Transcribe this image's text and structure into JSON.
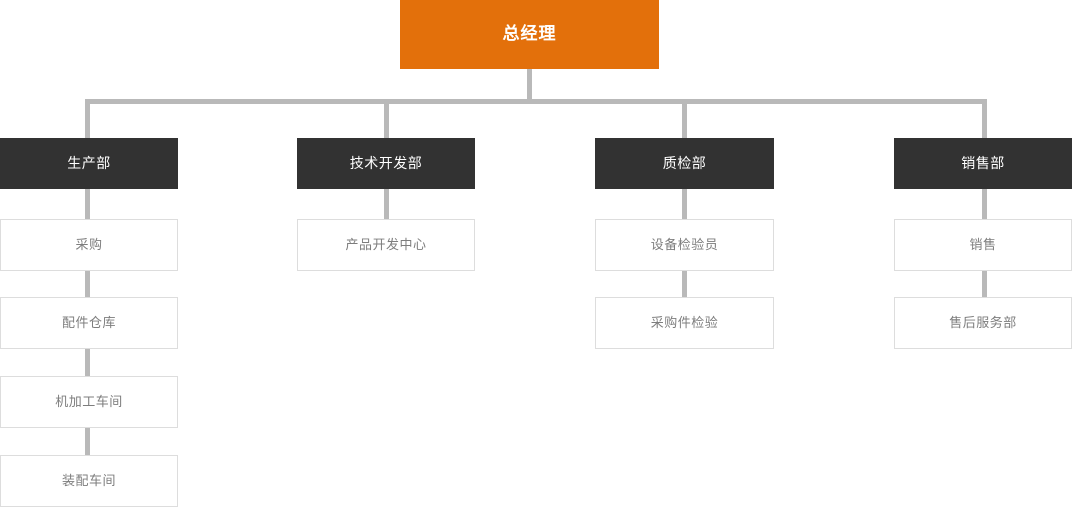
{
  "chart_data": {
    "type": "diagram",
    "subtype": "organization-chart",
    "title": "",
    "orientation": "top-down",
    "colors": {
      "root_fill": "#e3700b",
      "root_text": "#ffffff",
      "dept_fill": "#323232",
      "dept_text": "#ffffff",
      "sub_fill": "#ffffff",
      "sub_border": "#dddddd",
      "sub_text": "#7d7d7d",
      "connector": "#b9b9b9",
      "background": "#ffffff"
    },
    "nodes": [
      {
        "id": "root",
        "label": "总经理",
        "level": 0,
        "parent": null
      },
      {
        "id": "d1",
        "label": "生产部",
        "level": 1,
        "parent": "root"
      },
      {
        "id": "d2",
        "label": "技术开发部",
        "level": 1,
        "parent": "root"
      },
      {
        "id": "d3",
        "label": "质检部",
        "level": 1,
        "parent": "root"
      },
      {
        "id": "d4",
        "label": "销售部",
        "level": 1,
        "parent": "root"
      },
      {
        "id": "d1s1",
        "label": "采购",
        "level": 2,
        "parent": "d1"
      },
      {
        "id": "d1s2",
        "label": "配件仓库",
        "level": 2,
        "parent": "d1"
      },
      {
        "id": "d1s3",
        "label": "机加工车间",
        "level": 2,
        "parent": "d1"
      },
      {
        "id": "d1s4",
        "label": "装配车间",
        "level": 2,
        "parent": "d1"
      },
      {
        "id": "d2s1",
        "label": "产品开发中心",
        "level": 2,
        "parent": "d2"
      },
      {
        "id": "d3s1",
        "label": "设备检验员",
        "level": 2,
        "parent": "d3"
      },
      {
        "id": "d3s2",
        "label": "采购件检验",
        "level": 2,
        "parent": "d3"
      },
      {
        "id": "d4s1",
        "label": "销售",
        "level": 2,
        "parent": "d4"
      },
      {
        "id": "d4s2",
        "label": "售后服务部",
        "level": 2,
        "parent": "d4"
      }
    ]
  },
  "root": {
    "label": "总经理"
  },
  "columns": [
    {
      "dept": "生产部",
      "children": [
        "采购",
        "配件仓库",
        "机加工车间",
        "装配车间"
      ]
    },
    {
      "dept": "技术开发部",
      "children": [
        "产品开发中心"
      ]
    },
    {
      "dept": "质检部",
      "children": [
        "设备检验员",
        "采购件检验"
      ]
    },
    {
      "dept": "销售部",
      "children": [
        "销售",
        "售后服务部"
      ]
    }
  ]
}
